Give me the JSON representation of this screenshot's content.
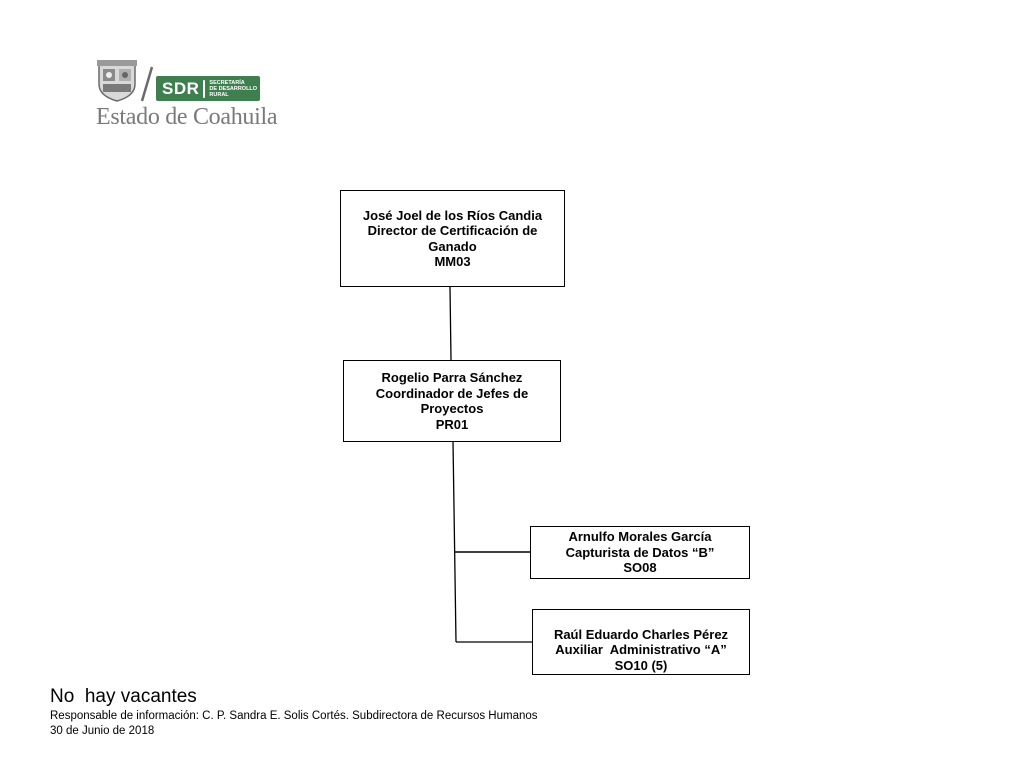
{
  "header": {
    "logo": {
      "seal_icon": "coat-of-arms-icon",
      "sdr_acronym": "SDR",
      "sdr_full_name": "SECRETARÍA\nDE DESARROLLO\nRURAL",
      "state_name": "Estado de Coahuila",
      "brand_color": "#3f7f4f"
    }
  },
  "org_chart": {
    "nodes": [
      {
        "id": "director",
        "name": "José Joel de los Ríos Candia",
        "title": "Director de Certificación de Ganado",
        "code": "MM03"
      },
      {
        "id": "coordinator",
        "name": "Rogelio Parra Sánchez",
        "title": "Coordinador de Jefes de Proyectos",
        "code": "PR01"
      },
      {
        "id": "capturista",
        "name": "Arnulfo Morales García",
        "title": "Capturista de Datos “B”",
        "code": "SO08"
      },
      {
        "id": "auxiliar",
        "name": "Raúl Eduardo Charles Pérez",
        "title": "Auxiliar  Administrativo “A”",
        "code": "SO10 (5)"
      }
    ],
    "edges": [
      {
        "from": "director",
        "to": "coordinator"
      },
      {
        "from": "coordinator",
        "to": "capturista"
      },
      {
        "from": "coordinator",
        "to": "auxiliar"
      }
    ]
  },
  "footer": {
    "vacancies": "No  hay vacantes",
    "responsible": "Responsable de información: C. P. Sandra E. Solis Cortés. Subdirectora de Recursos Humanos",
    "date": "30 de Junio de 2018"
  }
}
